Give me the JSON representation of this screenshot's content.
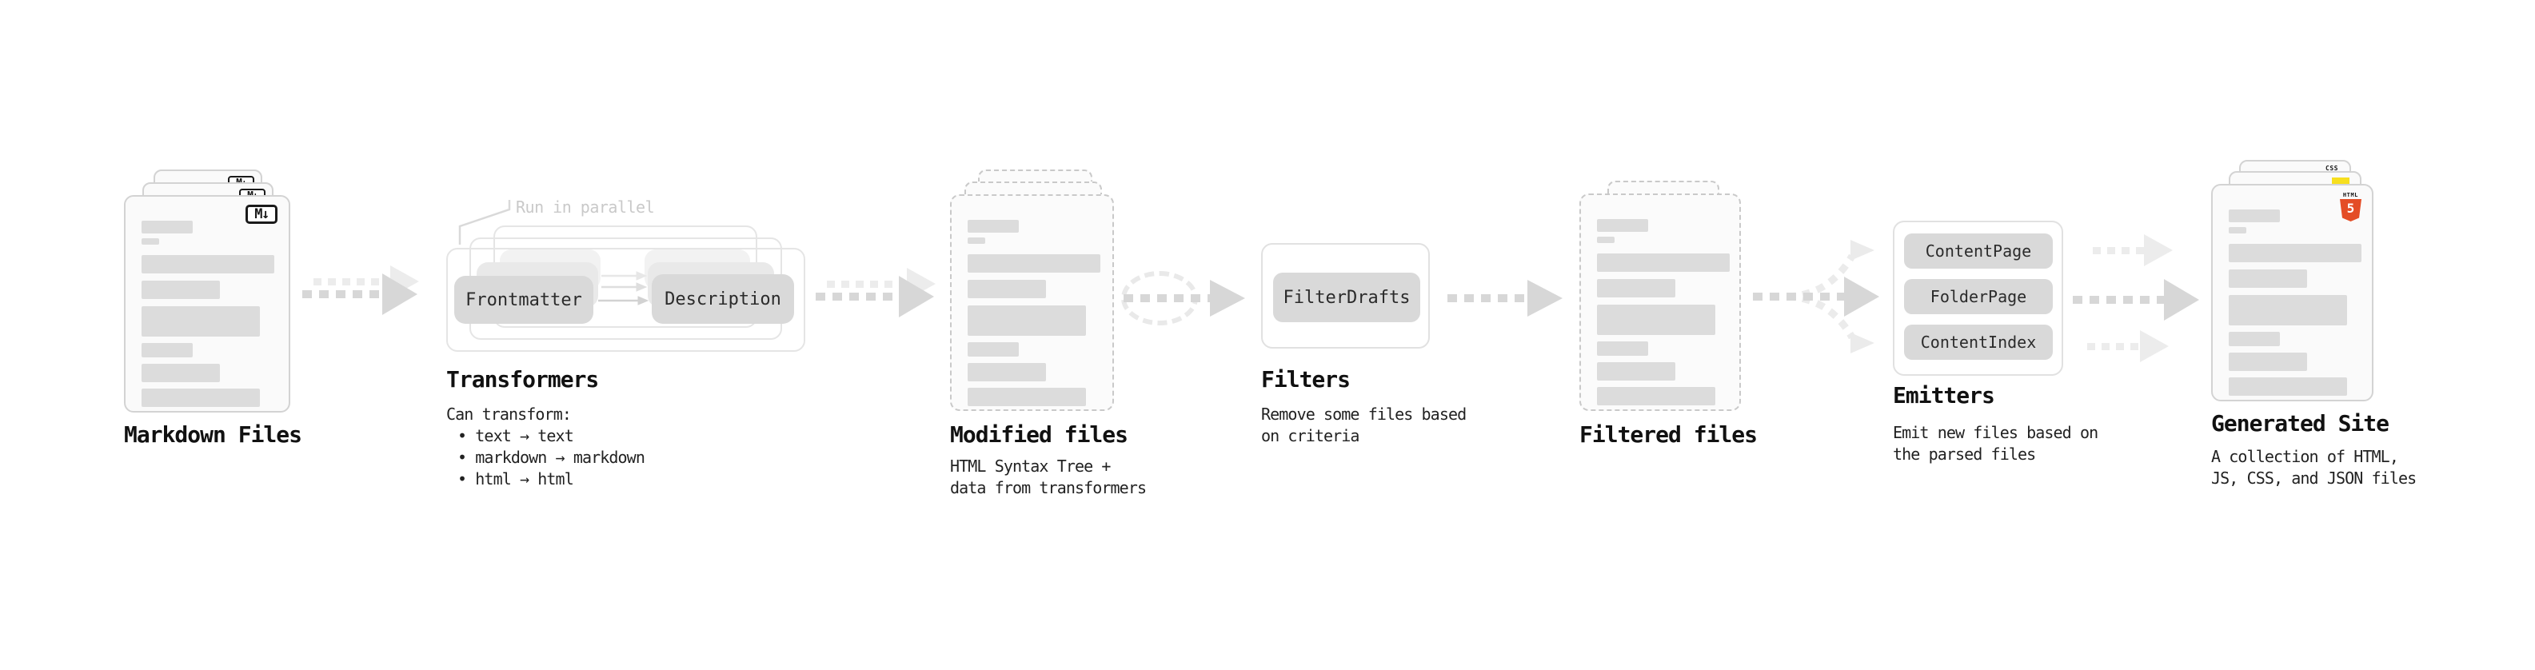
{
  "stages": {
    "markdown_files": {
      "title": "Markdown Files",
      "file_badge": "M↓"
    },
    "transformers": {
      "title": "Transformers",
      "annotation": "Run in parallel",
      "node_left": "Frontmatter",
      "node_right": "Description",
      "desc_heading": "Can transform:",
      "bullets": [
        "• text → text",
        "• markdown → markdown",
        "• html → html"
      ]
    },
    "modified_files": {
      "title": "Modified files",
      "desc_lines": [
        "HTML Syntax Tree +",
        "data from transformers"
      ]
    },
    "filters": {
      "title": "Filters",
      "node": "FilterDrafts",
      "desc_lines": [
        "Remove some files based",
        "on criteria"
      ]
    },
    "filtered_files": {
      "title": "Filtered files"
    },
    "emitters": {
      "title": "Emitters",
      "nodes": [
        "ContentPage",
        "FolderPage",
        "ContentIndex"
      ],
      "desc_lines": [
        "Emit new files based on",
        "the parsed files"
      ]
    },
    "generated_site": {
      "title": "Generated Site",
      "desc_lines": [
        "A collection of HTML,",
        "JS, CSS, and JSON files"
      ],
      "html_badge_label": "HTML",
      "html_badge_number": "5",
      "css_badge_label": "CSS"
    }
  },
  "colors": {
    "arrow_dark": "#d7d7d7",
    "arrow_light": "#ececec",
    "node_fill": "#d9d9d9",
    "card_fill": "#fafafa",
    "card_border": "#d3d3d3",
    "dashed_border": "#c9c9c9",
    "skeleton": "#dcdcdc",
    "annotation_gray": "#c9c9c9",
    "html5_orange": "#e44d26",
    "js_yellow": "#f7df1e",
    "css_blue": "#2965f1"
  }
}
